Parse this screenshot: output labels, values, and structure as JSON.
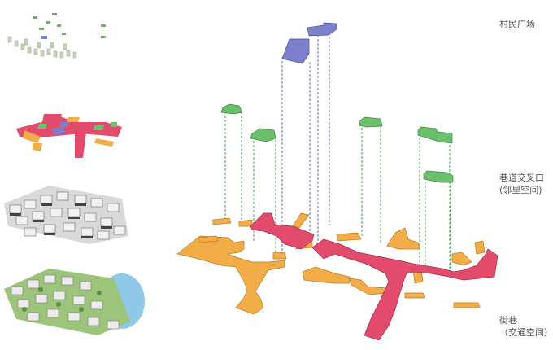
{
  "labels": {
    "village_plaza": "村民广场",
    "alley_intersection": "巷道交叉口",
    "alley_intersection_sub": "(邻里空间)",
    "street_alley": "街巷",
    "street_alley_sub": "（交通空间）"
  },
  "colors": {
    "plaza": "#7b7fcc",
    "green_node": "#6cbf6c",
    "main_street": "#e34b6c",
    "alley": "#f2ad48",
    "dash_green": "#3c9a3c",
    "dash_blue": "#5a5fb0",
    "label": "#555555"
  }
}
